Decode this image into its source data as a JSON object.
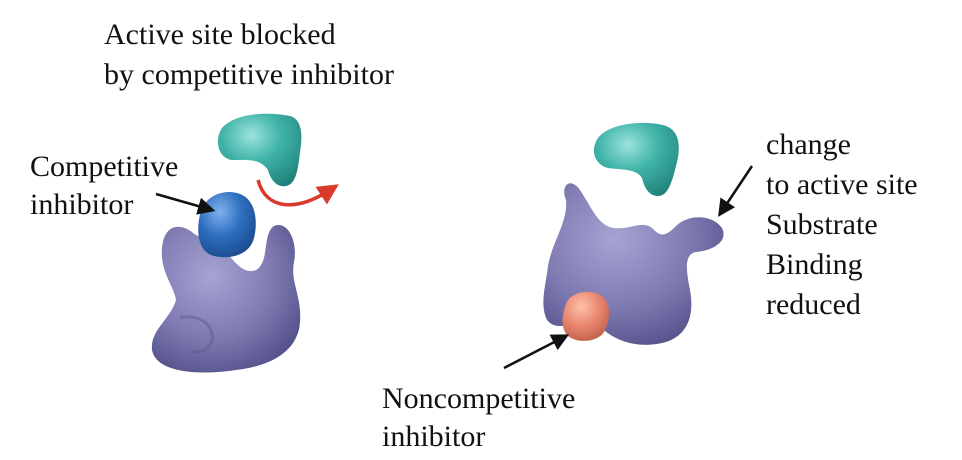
{
  "left_panel": {
    "title_line1": "Active site blocked",
    "title_line2": "by competitive inhibitor",
    "inhibitor_line1": "Competitive",
    "inhibitor_line2": "inhibitor"
  },
  "right_panel": {
    "change_line1": "change",
    "change_line2": "to active site",
    "change_line3": "Substrate",
    "change_line4": "Binding",
    "change_line5": "reduced",
    "inhibitor_line1": "Noncompetitive",
    "inhibitor_line2": "inhibitor"
  },
  "colors": {
    "enzyme": "#7f7bb2",
    "substrate": "#3fb3a8",
    "competitive_inhibitor": "#2f6fbf",
    "noncompetitive_inhibitor": "#e9866f",
    "arrow_red": "#d93a2b",
    "pointer": "#111111"
  }
}
